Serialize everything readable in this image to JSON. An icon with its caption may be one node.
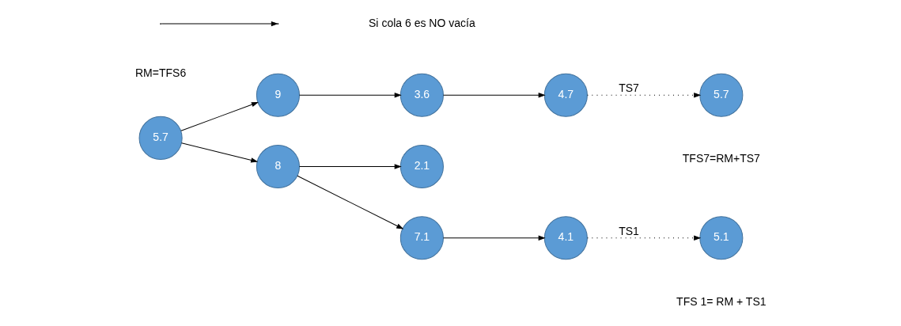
{
  "diagram": {
    "nodes": [
      {
        "text": [
          "5.7"
        ],
        "beside": [
          "RM=TFS6"
        ]
      },
      {
        "text": [
          "9"
        ]
      },
      {
        "text": [
          "3.6"
        ]
      },
      {
        "text": [
          "4.7"
        ]
      },
      {
        "text": [
          "5.7"
        ],
        "beside": [
          "TFS7=RM+TS7"
        ]
      },
      {
        "text": [
          "8"
        ]
      },
      {
        "text": [
          "2.1"
        ]
      },
      {
        "text": [
          "7.1"
        ]
      },
      {
        "text": [
          "4.1"
        ]
      },
      {
        "text": [
          "5.1"
        ],
        "beside": [
          "TFS 1= RM + TS1"
        ]
      }
    ],
    "edges": [
      {
        "from": 0,
        "to": 1,
        "arrow": "to"
      },
      {
        "from": 1,
        "to": 2,
        "arrow": "to"
      },
      {
        "from": 2,
        "to": 3,
        "arrow": "to"
      },
      {
        "from": 3,
        "to": 4,
        "arrow": "to",
        "label": "TS7",
        "style": "dashed"
      },
      {
        "from": 0,
        "to": 5,
        "arrow": "to"
      },
      {
        "from": 5,
        "to": 6,
        "arrow": "to"
      },
      {
        "from": 5,
        "to": 7,
        "arrow": "to"
      },
      {
        "from": 7,
        "to": 8,
        "arrow": "to"
      },
      {
        "from": 8,
        "to": 9,
        "arrow": "to",
        "label": "TS1",
        "style": "dashed"
      }
    ],
    "legend": [
      {
        "text": "Si cola 6 es NO vacía"
      }
    ]
  }
}
